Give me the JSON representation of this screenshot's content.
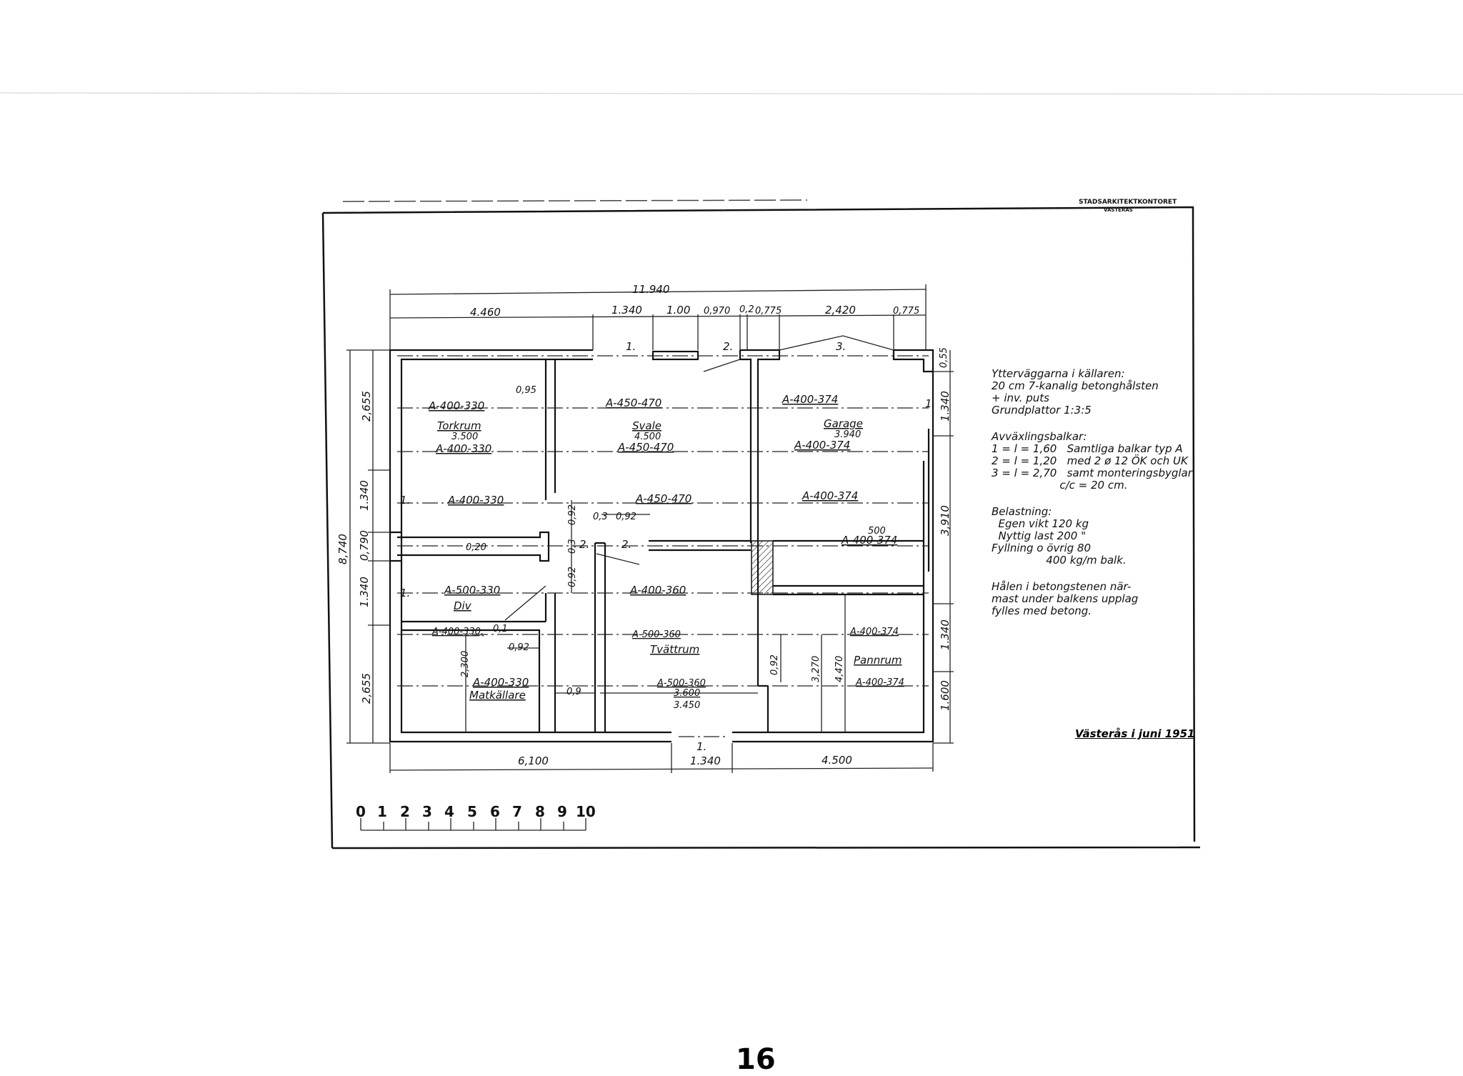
{
  "title_block": {
    "office": "STADSARKITEKTKONTORET",
    "city": "VÄSTERÅS"
  },
  "dims_top": [
    "11.940",
    "4.460",
    "1.340",
    "1.00",
    "0,970",
    "0,2",
    "0,775",
    "2,420",
    "0,775"
  ],
  "beam_marks": [
    "1.",
    "2.",
    "3.",
    "1.",
    "2.",
    "2.",
    "1.",
    "1.",
    "1."
  ],
  "dims_left": [
    "2,655",
    "8,740",
    "1.340",
    "0,790",
    "1.340",
    "2,655"
  ],
  "dims_right": [
    "0,55",
    "1.340",
    "3,910",
    "1.340",
    "1.600"
  ],
  "dims_bottom": [
    "6,100",
    "1.340",
    "4.500"
  ],
  "dims_inner": [
    "0,95",
    "0,92",
    "0,3",
    "0,92",
    "0,20",
    "0,3",
    "0,92",
    "0,92",
    "2,300",
    "0,92",
    "3,270",
    "4,470",
    "0,9",
    "3.600",
    "3.450",
    "500",
    "0,1"
  ],
  "beams": {
    "r1": [
      "A-400-330",
      "A-450-470",
      "A-400-374"
    ],
    "r2": [
      "A-400-330",
      "A-450-470",
      "A-400-374"
    ],
    "r3": [
      "A-400-330",
      "A-450-470",
      "A-400-374"
    ],
    "r4": [
      "A-400-374"
    ],
    "r5": [
      "A-500-330",
      "A-400-360"
    ],
    "r6": [
      "A-400-330,",
      "A-500-360",
      "A-400-374"
    ],
    "r7": [
      "A-400-330",
      "A-500-360",
      "A-400-374"
    ]
  },
  "rooms": [
    {
      "name": "Torkrum",
      "width": "3.500"
    },
    {
      "name": "Svale",
      "width": "4.500"
    },
    {
      "name": "Garage",
      "width": "3.940"
    },
    {
      "name": "Div"
    },
    {
      "name": "Tvättrum"
    },
    {
      "name": "Pannrum"
    },
    {
      "name": "Matkällare"
    }
  ],
  "notes": {
    "walls": [
      "Ytterväggarna i källaren:",
      "20 cm 7-kanalig betonghålsten",
      "+ inv. puts",
      "Grundplattor 1:3:5"
    ],
    "beams": [
      "Avväxlingsbalkar:",
      "1 = l = 1,60   Samtliga balkar typ A",
      "2 = l = 1,20   med 2 ø 12 ÖK och UK",
      "3 = l = 2,70   samt monteringsbyglar",
      "                    c/c = 20 cm."
    ],
    "load": [
      "Belastning:",
      "  Egen vikt 120 kg",
      "  Nyttig last 200 \"",
      "Fyllning o övrig 80",
      "                400 kg/m balk."
    ],
    "holes": [
      "Hålen i betongstenen när-",
      "mast under balkens upplag",
      "fylles med betong."
    ]
  },
  "date": "Västerås i juni 1951",
  "scale": {
    "ticks": [
      "0",
      "1",
      "2",
      "3",
      "4",
      "5",
      "6",
      "7",
      "8",
      "9",
      "10"
    ]
  },
  "page_number": "16"
}
